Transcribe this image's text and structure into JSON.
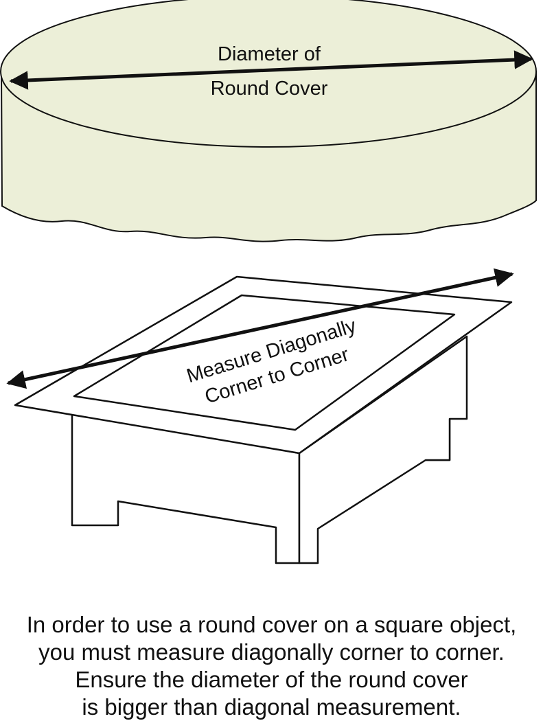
{
  "round_cover": {
    "label_line1": "Diameter of",
    "label_line2": "Round Cover",
    "fill_color": "#ecefd8"
  },
  "table": {
    "label_line1": "Measure Diagonally",
    "label_line2": "Corner to Corner"
  },
  "instructions": {
    "line1": "In order to use a round cover on a square object,",
    "line2": "you must measure diagonally corner to corner.",
    "line3": "Ensure the diameter of the round cover",
    "line4": "is bigger than diagonal measurement."
  }
}
